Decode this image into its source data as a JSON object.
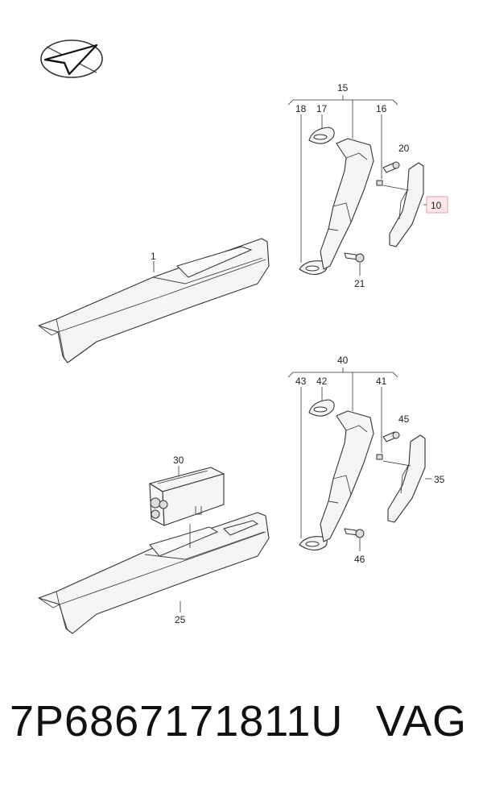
{
  "diagram": {
    "callouts": {
      "c1": "1",
      "c10": "10",
      "c15": "15",
      "c16": "16",
      "c17": "17",
      "c18": "18",
      "c20": "20",
      "c21": "21",
      "c25": "25",
      "c30": "30",
      "c35": "35",
      "c40": "40",
      "c41": "41",
      "c42": "42",
      "c43": "43",
      "c45": "45",
      "c46": "46"
    },
    "highlighted_callout": "10",
    "colors": {
      "highlight_fill": "#fde8ec",
      "highlight_border": "#e3a2b0",
      "line": "#333333"
    }
  },
  "footer": {
    "part_number": "7P6867171811U",
    "brand": "VAG"
  }
}
